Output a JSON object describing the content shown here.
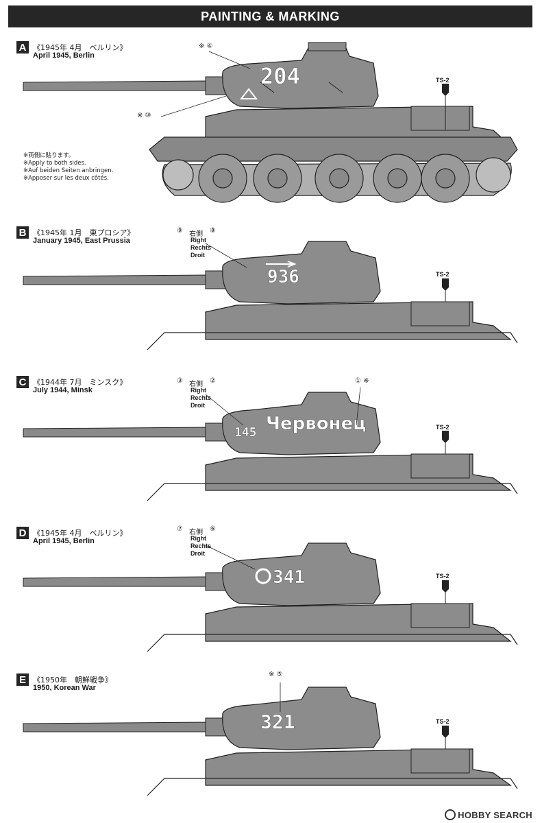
{
  "banner": {
    "title": "PAINTING & MARKING"
  },
  "notes": {
    "jp": "※両側に貼ります。",
    "en": "※Apply to both sides.",
    "de": "※Auf beiden Seiten anbringen.",
    "fr": "※Apposer sur les deux côtés."
  },
  "side_words": {
    "jp": "右側",
    "en": "Right",
    "de": "Rechts",
    "fr": "Droit"
  },
  "sections": [
    {
      "letter": "A",
      "jp": "《1945年 4月　ベルリン》",
      "en": "April 1945,  Berlin",
      "number": "204",
      "callouts": [
        "※ ④",
        "※ ⑩"
      ],
      "ts": "TS-2"
    },
    {
      "letter": "B",
      "jp": "《1945年 1月　東プロシア》",
      "en": "January 1945,  East Prussia",
      "number": "936",
      "callouts": [
        "⑨",
        "⑧"
      ],
      "ts": "TS-2"
    },
    {
      "letter": "C",
      "jp": "《1944年 7月　ミンスク》",
      "en": "July 1944,  Minsk",
      "number": "145",
      "slogan": "Червонец",
      "callouts": [
        "③",
        "②",
        "① ※"
      ],
      "ts": "TS-2"
    },
    {
      "letter": "D",
      "jp": "《1945年 4月　ベルリン》",
      "en": "April 1945,  Berlin",
      "number": "341",
      "callouts": [
        "⑦",
        "⑥"
      ],
      "ts": "TS-2"
    },
    {
      "letter": "E",
      "jp": "《1950年　朝鮮戦争》",
      "en": "1950,  Korean War",
      "number": "321",
      "callouts": [
        "※ ⑤"
      ],
      "ts": "TS-2"
    }
  ],
  "watermark": {
    "text": "HOBBY SEARCH"
  }
}
